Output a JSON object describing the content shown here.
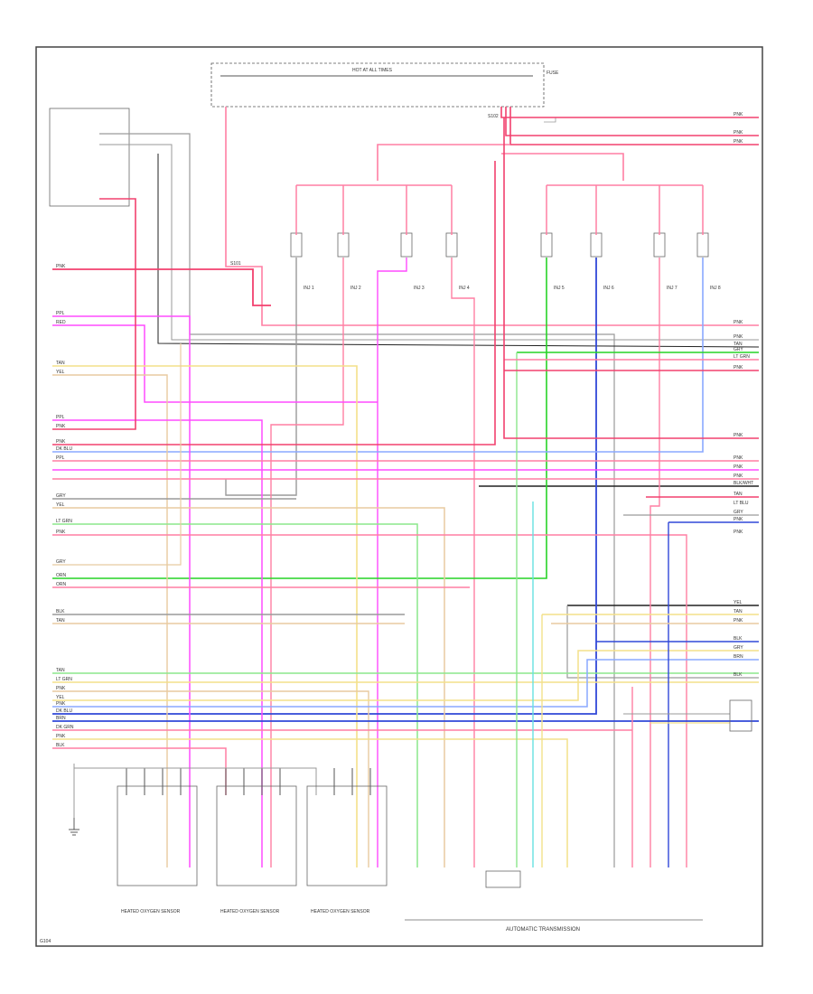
{
  "wire_colors": {
    "pink": "#ff7fa3",
    "red": "#f2406e",
    "magenta": "#ff4bff",
    "yellow": "#f3e08a",
    "tan": "#e8caa0",
    "gray": "#9a9a9a",
    "black": "#222222",
    "green": "#27d427",
    "light_green": "#8ce78c",
    "blue": "#3148d8",
    "light_blue": "#8aa8ff",
    "cyan": "#66e0e0",
    "dark_green": "#1e8e1e"
  },
  "injector_labels": [
    "INJ 1",
    "INJ 2",
    "INJ 3",
    "INJ 4",
    "INJ 5",
    "INJ 6",
    "INJ 7",
    "INJ 8"
  ],
  "right_wire_labels": [
    "PNK",
    "PNK",
    "PNK",
    "PNK",
    "PNK",
    "TAN",
    "GRY",
    "LT GRN",
    "PNK",
    "PNK",
    "PNK",
    "PNK",
    "PNK",
    "BLK/WHT",
    "TAN",
    "LT BLU",
    "GRY",
    "PNK",
    "PNK",
    "YEL",
    "TAN",
    "PNK",
    "BLK",
    "GRY",
    "BRN",
    "BLK"
  ],
  "left_wire_labels": [
    "PNK",
    "PPL",
    "RED",
    "TAN",
    "YEL",
    "PPL",
    "PNK",
    "PNK",
    "DK BLU",
    "PPL",
    "GRY",
    "YEL",
    "LT GRN",
    "PNK",
    "GRY",
    "ORN",
    "ORN",
    "BLK",
    "TAN",
    "TAN",
    "LT GRN",
    "PNK",
    "YEL",
    "PNK",
    "DK BLU",
    "BRN",
    "DK GRN",
    "PNK",
    "BLK"
  ],
  "bottom_labels": {
    "sensor_1": "HEATED OXYGEN SENSOR",
    "sensor_2": "HEATED OXYGEN SENSOR",
    "sensor_3": "HEATED OXYGEN SENSOR",
    "trans": "AUTOMATIC TRANSMISSION",
    "bottom_left": "G104"
  },
  "top_labels": {
    "fuse_bar": "HOT AT ALL TIMES",
    "relay": "FUSE",
    "splice_1": "S101",
    "splice_2": "S102"
  }
}
